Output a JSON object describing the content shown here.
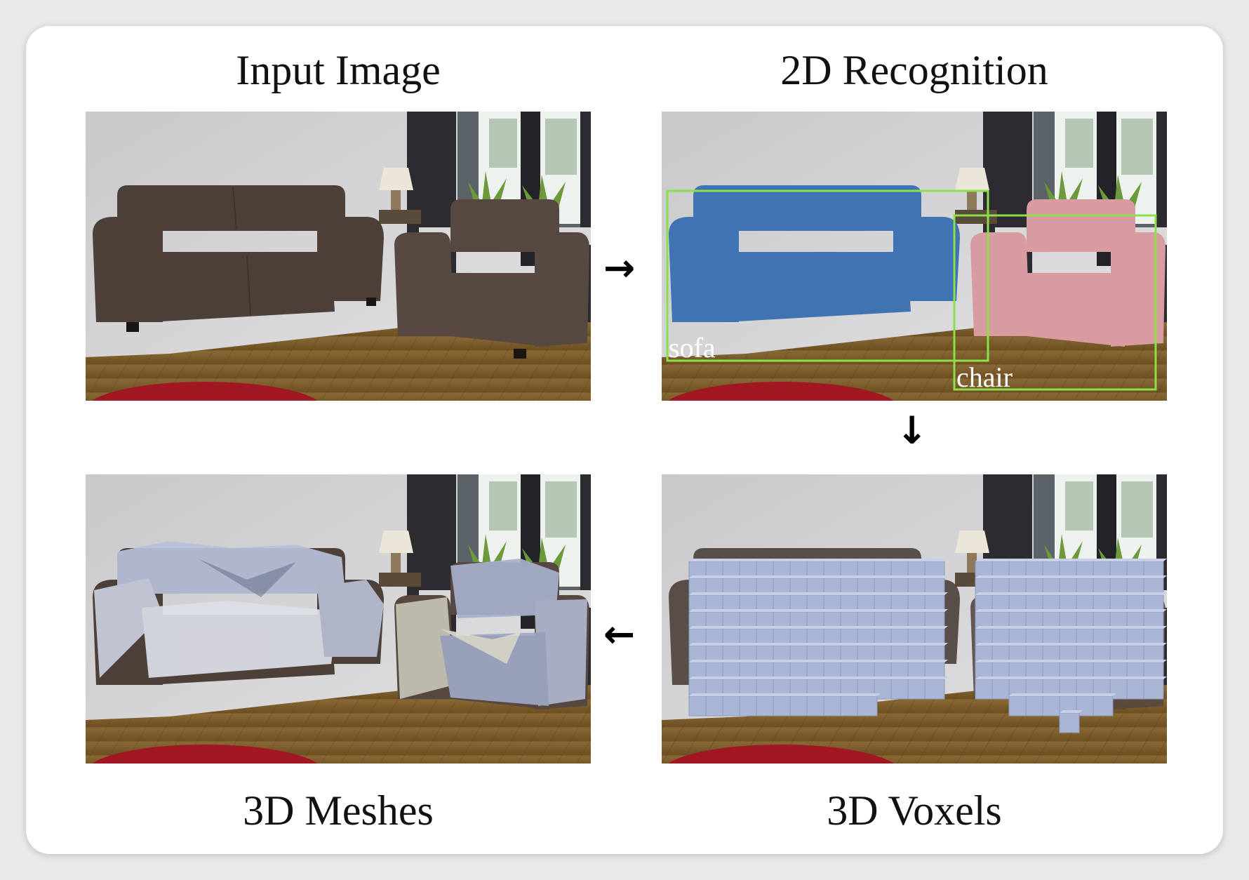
{
  "figure": {
    "panels": [
      {
        "id": "input-image",
        "title": "Input Image"
      },
      {
        "id": "recognition",
        "title": "2D Recognition",
        "detections": [
          {
            "label": "sofa",
            "color": "#3f73b2"
          },
          {
            "label": "chair",
            "color": "#d79ba0"
          }
        ],
        "box_color": "#8be04a"
      },
      {
        "id": "voxels",
        "title": "3D Voxels",
        "voxel_color": "#a9b6d6"
      },
      {
        "id": "meshes",
        "title": "3D Meshes",
        "mesh_color": "#c3cbe0"
      }
    ],
    "arrows": [
      "right-arrow",
      "down-arrow",
      "left-arrow"
    ]
  }
}
